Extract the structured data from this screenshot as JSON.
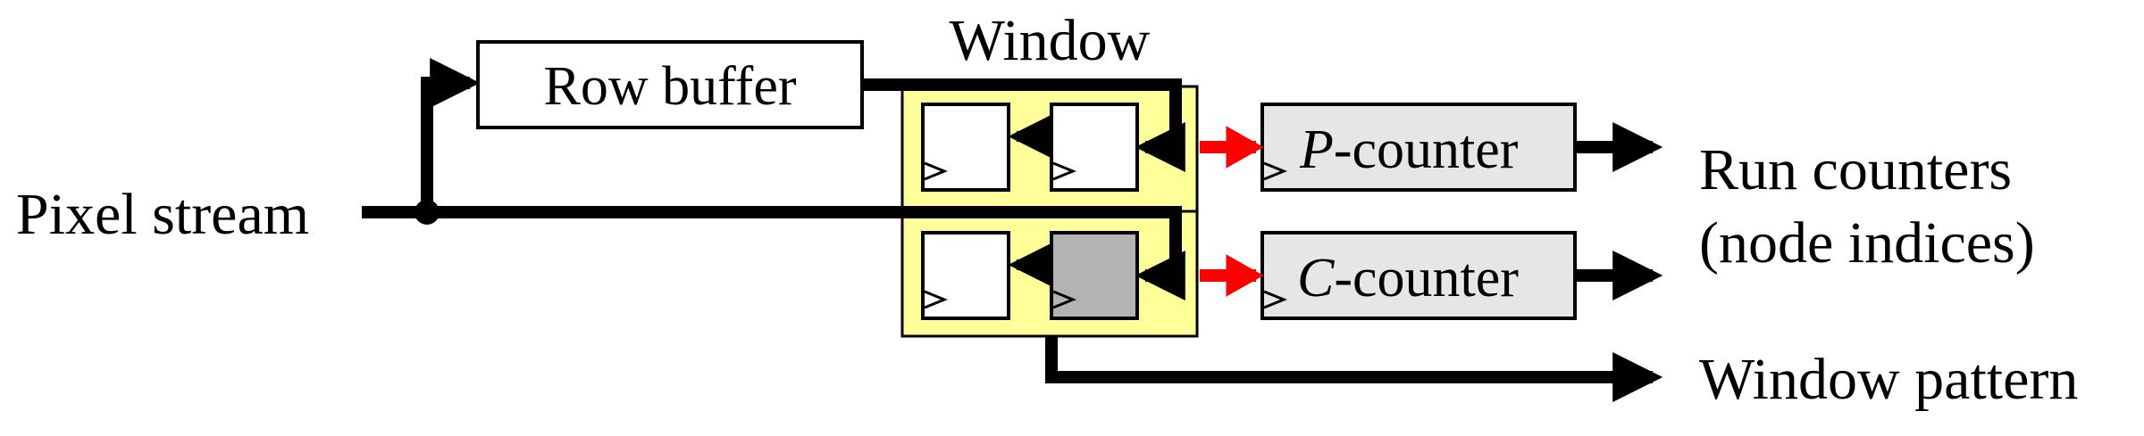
{
  "diagram": {
    "input_label": "Pixel stream",
    "row_buffer_label": "Row buffer",
    "window_label": "Window",
    "p_counter": {
      "prefix": "P",
      "suffix": "-counter"
    },
    "c_counter": {
      "prefix": "C",
      "suffix": "-counter"
    },
    "output_runs_line1": "Run counters",
    "output_runs_line2": "(node indices)",
    "output_pattern": "Window pattern"
  },
  "colors": {
    "window_fill": "#ffff99",
    "counter_fill": "#e6e6e6",
    "shaded_register": "#b3b3b3",
    "line": "#000000",
    "counter_input_arrow": "#ff0000"
  },
  "icons": {
    "junction": "filled-circle-dot",
    "clock": "clock-triangle-glyph"
  }
}
